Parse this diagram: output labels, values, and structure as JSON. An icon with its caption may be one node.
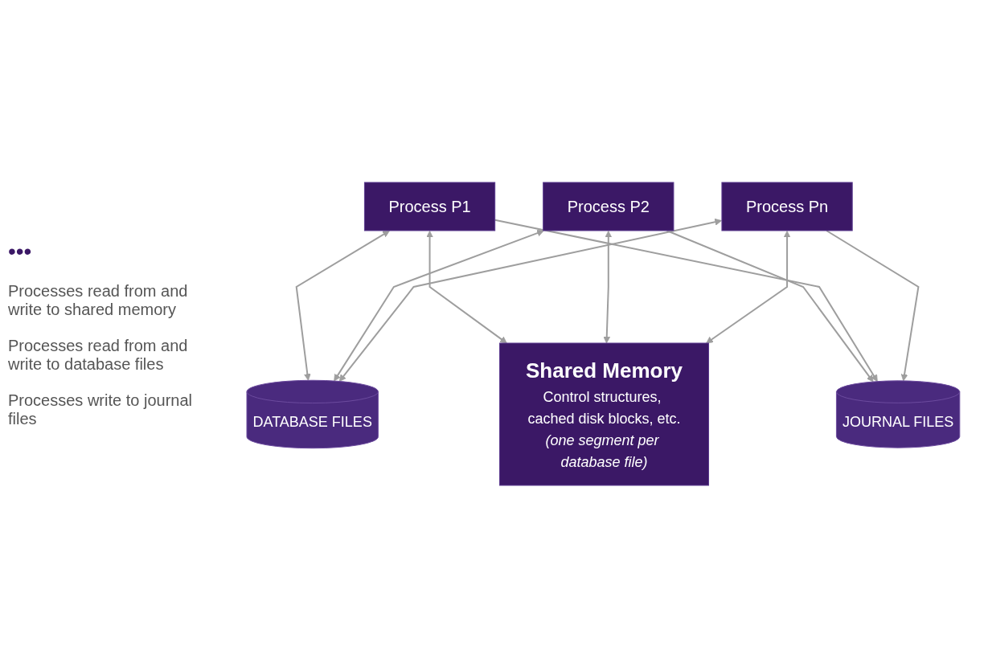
{
  "diagram": {
    "nodes": [
      {
        "text": [
          "Process P1"
        ]
      },
      {
        "text": [
          "Process P2"
        ]
      },
      {
        "text": [
          "Process Pn"
        ]
      },
      {
        "text": [
          "Shared Memory",
          "Control structures, cached disk blocks, etc.",
          "(one segment per database file)"
        ]
      },
      {
        "text": [
          "DATABASE FILES"
        ]
      },
      {
        "text": [
          "JOURNAL FILES"
        ]
      }
    ],
    "edges": [
      {
        "from": 0,
        "to": 4,
        "arrow": "both"
      },
      {
        "from": 0,
        "to": 3,
        "arrow": "both"
      },
      {
        "from": 1,
        "to": 3,
        "arrow": "both"
      },
      {
        "from": 2,
        "to": 3,
        "arrow": "both"
      },
      {
        "from": 1,
        "to": 4,
        "arrow": "both"
      },
      {
        "from": 1,
        "to": 5,
        "arrow": "to"
      },
      {
        "from": 0,
        "to": 5,
        "arrow": "to"
      },
      {
        "from": 2,
        "to": 5,
        "arrow": "to"
      },
      {
        "from": 2,
        "to": 4,
        "arrow": "both"
      }
    ],
    "labels": [
      "•••",
      "Processes read from and write to shared memory",
      "Processes read from and write to database files",
      "Processes write to journal files"
    ]
  }
}
